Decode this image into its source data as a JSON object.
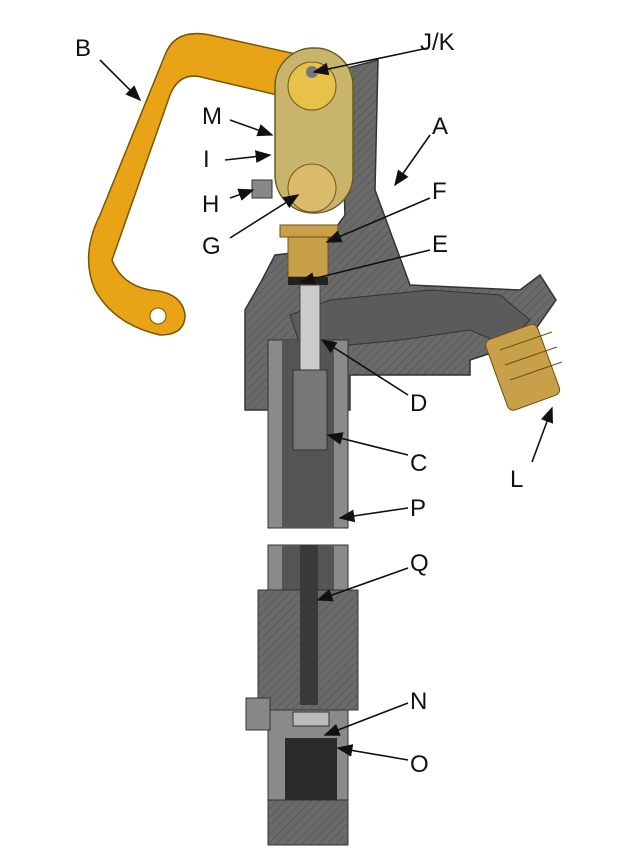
{
  "diagram": {
    "colors": {
      "handle": "#E8A317",
      "brass": "#C9A04A",
      "link": "#C8B46A",
      "body": "#6E6E6E",
      "pipe": "#8A8A8A",
      "plunger": "#2A2A2A"
    },
    "labels": {
      "B": "B",
      "JK": "J/K",
      "M": "M",
      "A": "A",
      "I": "I",
      "H": "H",
      "F": "F",
      "G": "G",
      "E": "E",
      "D": "D",
      "C": "C",
      "L": "L",
      "P": "P",
      "Q": "Q",
      "N": "N",
      "O": "O"
    }
  }
}
